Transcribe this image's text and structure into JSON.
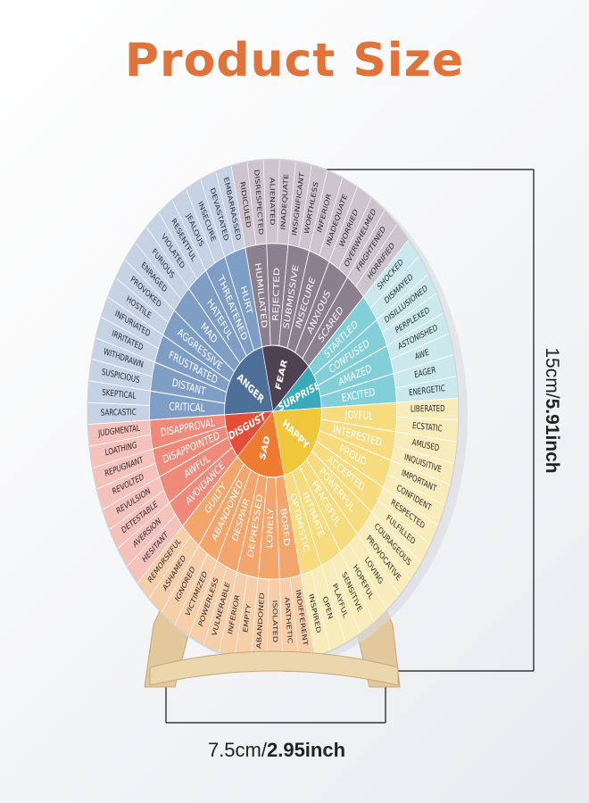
{
  "title": "Product Size",
  "height_dim": {
    "value": "15cm/",
    "value_bold": "5.91inch"
  },
  "width_dim": {
    "value": "7.5cm/",
    "value_bold": "2.95inch"
  },
  "wheel": {
    "sectors": [
      {
        "core": "ANGER",
        "color": "#4e6f97",
        "mid_color": "#7f9ec6",
        "outer_color": "#c6d3e4",
        "mid": [
          "CRITICAL",
          "DISTANT",
          "FRUSTRATED",
          "AGGRESSIVE",
          "MAD",
          "HATEFUL",
          "THREATENED",
          "HURT"
        ],
        "outer": [
          "SARCASTIC",
          "SKEPTICAL",
          "SUSPICIOUS",
          "WITHDRAWN",
          "IRRITATED",
          "INFURIATED",
          "HOSTILE",
          "PROVOKED",
          "ENRAGED",
          "FURIOUS",
          "VIOLATED",
          "RESENTFUL",
          "JEALOUS",
          "INSECURE",
          "DEVASTATED",
          "EMBARRASSED"
        ]
      },
      {
        "core": "FEAR",
        "color": "#4d4152",
        "mid_color": "#8c7f90",
        "outer_color": "#cdc4cd",
        "mid": [
          "HUMILIATED",
          "REJECTED",
          "SUBMISSIVE",
          "INSECURE",
          "ANXIOUS",
          "SCARED"
        ],
        "outer": [
          "RIDICULED",
          "DISRESPECTED",
          "ALIENATED",
          "INADEQUATE",
          "INSIGNIFICANT",
          "WORTHLESS",
          "INFERIOR",
          "INADEQUATE",
          "WORRIED",
          "OVERWHELMED",
          "FRIGHTENED",
          "HORRIFIED"
        ]
      },
      {
        "core": "SURPRISE",
        "color": "#3aaabb",
        "mid_color": "#82cfd8",
        "outer_color": "#cbe8ec",
        "mid": [
          "STARTLED",
          "CONFUSED",
          "AMAZED",
          "EXCITED"
        ],
        "outer": [
          "SHOCKED",
          "DISMAYED",
          "DISILLUSIONED",
          "PERPLEXED",
          "ASTONISHED",
          "AWE",
          "EAGER",
          "ENERGETIC"
        ]
      },
      {
        "core": "HAPPY",
        "color": "#f0c63a",
        "mid_color": "#f6dc7e",
        "outer_color": "#f8ecbb",
        "mid": [
          "JOYFUL",
          "INTERESTED",
          "PROUD",
          "ACCEPTED",
          "POWERFUL",
          "PEACEFUL",
          "INTIMATE",
          "OPTIMISTIC"
        ],
        "outer": [
          "LIBERATED",
          "ECSTATIC",
          "AMUSED",
          "INQUISITIVE",
          "IMPORTANT",
          "CONFIDENT",
          "RESPECTED",
          "FULFILLED",
          "COURAGEOUS",
          "PROVOCATIVE",
          "LOVING",
          "HOPEFUL",
          "SENSITIVE",
          "PLAYFUL",
          "OPEN",
          "INSPIRED"
        ]
      },
      {
        "core": "SAD",
        "color": "#ee7c30",
        "mid_color": "#f3a56c",
        "outer_color": "#f6cfa9",
        "mid": [
          "BORED",
          "LONELY",
          "DEPRESSED",
          "DESPAIR",
          "ABANDONED",
          "GUILTY"
        ],
        "outer": [
          "INDIFFERENT",
          "APATHETIC",
          "ISOLATED",
          "ABANDONED",
          "EMPTY",
          "INFERIOR",
          "VULNERABLE",
          "POWERLESS",
          "VICTIMIZED",
          "IGNORED",
          "ASHAMED",
          "REMORSEFUL"
        ]
      },
      {
        "core": "DISGUST",
        "color": "#e44e36",
        "mid_color": "#ef8a7a",
        "outer_color": "#f4c1bb",
        "mid": [
          "AVOIDANCE",
          "AWFUL",
          "DISAPPOINTED",
          "DISAPPROVAL"
        ],
        "outer": [
          "HESITANT",
          "AVERSION",
          "DETESTABLE",
          "REVULSION",
          "REVOLTED",
          "REPUGNANT",
          "LOATHING",
          "JUDGMENTAL"
        ]
      }
    ]
  },
  "colors": {
    "title": "#e0733a",
    "stand": "#e7cfa6",
    "dim_line": "#111111"
  }
}
